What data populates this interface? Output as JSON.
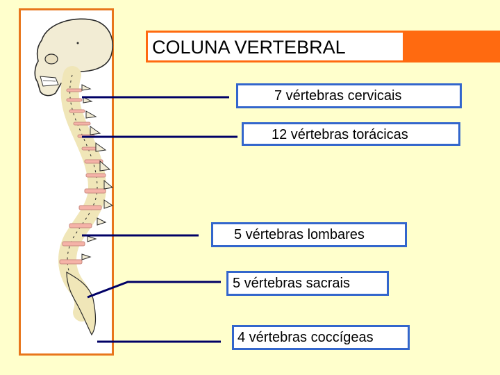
{
  "title": "COLUNA VERTEBRAL",
  "labels": {
    "cervical": "7 vértebras cervicais",
    "thoracic": "12 vértebras torácicas",
    "lumbar": "5 vértebras lombares",
    "sacral": "5 vértebras sacrais",
    "coccygeal": "4 vértebras coccígeas"
  },
  "colors": {
    "background": "#ffffcc",
    "title_accent": "#ff6a10",
    "frame": "#e8761c",
    "label_border": "#3366cc",
    "leader_line": "#000066",
    "bone": "#f0e6b8",
    "disc": "#f5b3a8"
  }
}
